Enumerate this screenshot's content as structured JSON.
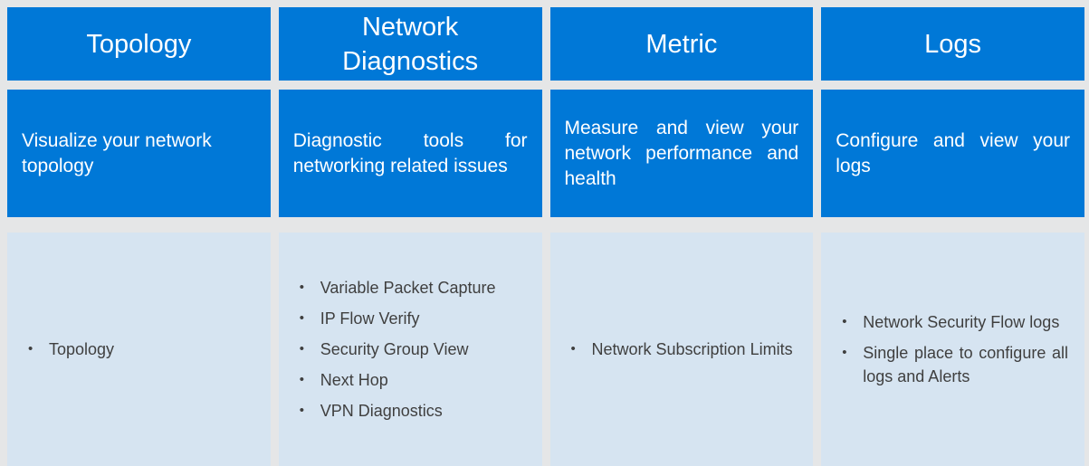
{
  "bullet_char": "•",
  "colors": {
    "accent_blue": "#0078D7",
    "light_blue": "#D6E4F1",
    "page_bg": "#E5E6E7",
    "text_dark": "#3F3F3F",
    "text_white": "#FFFFFF"
  },
  "columns": [
    {
      "id": "topology",
      "header": "Topology",
      "description": "Visualize your network topology",
      "items": [
        "Topology"
      ]
    },
    {
      "id": "network-diagnostics",
      "header": "Network Diagnostics",
      "description": "Diagnostic tools for networking related issues",
      "items": [
        "Variable Packet Capture",
        "IP Flow Verify",
        "Security Group View",
        "Next Hop",
        "VPN Diagnostics"
      ]
    },
    {
      "id": "metric",
      "header": "Metric",
      "description": "Measure and view your network performance and health",
      "items": [
        "Network Subscription Limits"
      ]
    },
    {
      "id": "logs",
      "header": "Logs",
      "description": "Configure and view your logs",
      "items": [
        "Network Security Flow logs",
        "Single place to configure all logs and Alerts"
      ]
    }
  ]
}
